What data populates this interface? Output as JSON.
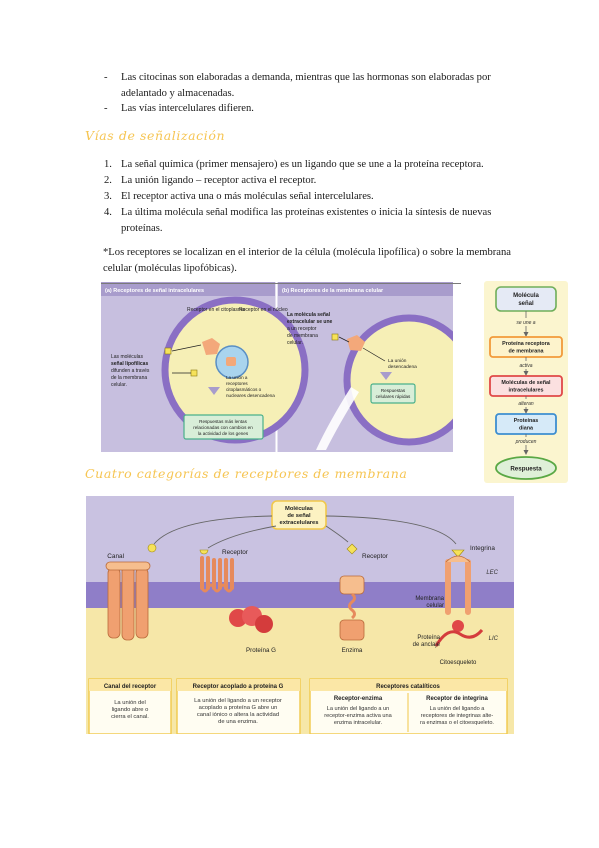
{
  "intro_bullets": [
    {
      "marker": "-",
      "text": "Las citocinas son elaboradas a demanda, mientras que las hormonas son elaboradas por adelantado y almacenadas."
    },
    {
      "marker": "-",
      "text": "Las vías intercelulares difieren."
    }
  ],
  "section1": {
    "heading": "Vías de señalización",
    "steps": [
      {
        "n": "1.",
        "text": "La señal química (primer mensajero) es un ligando que se une a la proteína receptora."
      },
      {
        "n": "2.",
        "text": "La unión ligando – receptor activa el receptor."
      },
      {
        "n": "3.",
        "text": "El receptor activa una o más moléculas señal intercelulares."
      },
      {
        "n": "4.",
        "text": "La última molécula señal modifica las proteínas existentes o inicia la síntesis de nuevas proteínas."
      }
    ],
    "note": "*Los receptores se localizan en el interior de la célula (molécula lipofílica) o sobre la membrana celular (moléculas lipofóbicas)."
  },
  "figure1": {
    "panel_a": {
      "title": "(a) Receptores de señal intracelulares",
      "receptor_cyto": "Receptor en el citoplasma",
      "receptor_nucleus": "Receptor en el núcleo",
      "lipophilic_1": "Las moléculas",
      "lipophilic_2": "señal lipofílicas",
      "lipophilic_3": "difunden a través",
      "lipophilic_4": "de la membrana",
      "lipophilic_5": "celular.",
      "union_1": "La unión a",
      "union_2": "receptores",
      "union_3": "citoplasmáticos o",
      "union_4": "nucleares desencadena",
      "response_1": "Respuestas más lentas",
      "response_2": "relacionadas con cambios en",
      "response_3": "la actividad de los genes"
    },
    "panel_b": {
      "title": "(b) Receptores de la membrana celular",
      "extra_1": "La molécula señal",
      "extra_2": "extracelular se une",
      "extra_3": "a un receptor",
      "extra_4": "de membrana",
      "extra_5": "celular.",
      "union_1": "La unión",
      "union_2": "desencadena",
      "fast_1": "Respuestas",
      "fast_2": "celulares rápidas"
    },
    "flow": {
      "box1_l1": "Molécula",
      "box1_l2": "señal",
      "v1": "se une a",
      "box2_l1": "Proteína receptora",
      "box2_l2": "de membrana",
      "v2": "activa",
      "box3_l1": "Moléculas de señal",
      "box3_l2": "intracelulares",
      "v3": "alteran",
      "box4_l1": "Proteínas",
      "box4_l2": "diana",
      "v4": "producen",
      "box5": "Respuesta"
    }
  },
  "section2": {
    "heading": "Cuatro categorías de receptores de membrana"
  },
  "figure2": {
    "top_l1": "Moléculas",
    "top_l2": "de señal",
    "top_l3": "extracelulares",
    "canal": "Canal",
    "receptor_g": "Receptor",
    "receptor_e": "Receptor",
    "integrina": "Integrina",
    "lec": "LEC",
    "lic": "LIC",
    "membrana_1": "Membrana",
    "membrana_2": "celular",
    "proteina_g": "Proteína G",
    "enzima": "Enzima",
    "anclaje_1": "Proteína",
    "anclaje_2": "de anclaje",
    "citoesqueleto": "Citoesqueleto",
    "cards": {
      "canal_title": "Canal del receptor",
      "canal_1": "La unión del",
      "canal_2": "ligando abre o",
      "canal_3": "cierra el canal.",
      "g_title": "Receptor acoplado a proteína G",
      "g_1": "La unión del ligando a un receptor",
      "g_2": "acoplado a proteína G abre un",
      "g_3": "canal iónico o altera la actividad",
      "g_4": "de una enzima.",
      "cat_title": "Receptores catalíticos",
      "enz_title": "Receptor-enzima",
      "enz_1": "La unión del ligando a un",
      "enz_2": "receptor-enzima activa una",
      "enz_3": "enzima intracelular.",
      "int_title": "Receptor de integrina",
      "int_1": "La unión del ligando a",
      "int_2": "receptores de integrinas alte-",
      "int_3": "ra enzimas o el citoesqueleto."
    }
  },
  "colors": {
    "heading": "#f6c552",
    "panel_bg": "#c7bfdf",
    "cell_fill": "#f6efb6",
    "cell_ring": "#8a6fc4",
    "response_box": "#d8eed8",
    "flow_orange": "#f29a3a"
  }
}
